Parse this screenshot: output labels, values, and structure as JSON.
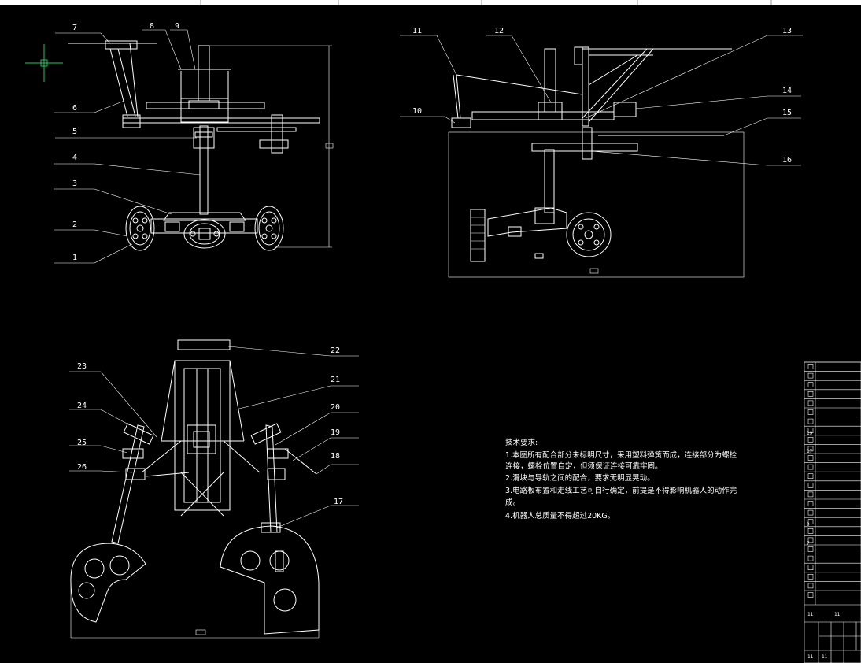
{
  "drawing": {
    "views": [
      "front-view",
      "side-view",
      "top-view"
    ],
    "callouts": {
      "front": [
        "1",
        "2",
        "3",
        "4",
        "5",
        "6",
        "7",
        "8",
        "9"
      ],
      "side": [
        "10",
        "11",
        "12",
        "13",
        "14",
        "15",
        "16"
      ],
      "top": [
        "17",
        "18",
        "19",
        "20",
        "21",
        "22",
        "23",
        "24",
        "25",
        "26"
      ]
    }
  },
  "notes": {
    "heading": "技术要求:",
    "lines": [
      "1.本图所有配合部分未标明尺寸，采用塑料弹簧而成，连接部分为螺栓",
      "连接，螺栓位置自定，但须保证连接可靠牢固。",
      "2.滑块与导轨之间的配合，要求无明显晃动。",
      "3.电路板布置和走线工艺可自行确定，前提是不得影响机器人的动作完",
      "成。",
      "4.机器人总质量不得超过20KG。"
    ]
  },
  "title_block": {
    "row_labels": [
      "19",
      "17",
      "9",
      "7"
    ],
    "bottom_cells": [
      "11",
      "11",
      "11",
      "11"
    ]
  },
  "colors": {
    "background": "#000000",
    "lines": "#ffffff",
    "ucs": "#22c55e"
  }
}
